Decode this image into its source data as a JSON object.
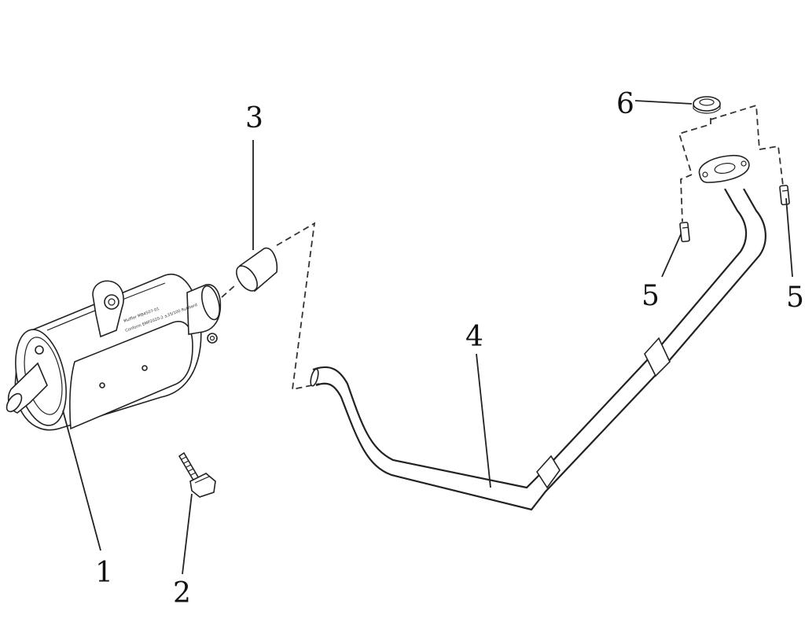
{
  "callouts": {
    "c1": "1",
    "c2": "2",
    "c3": "3",
    "c4": "4",
    "c5a": "5",
    "c5b": "5",
    "c6": "6"
  },
  "muffler_label": {
    "line1": "Muffler MB4507-01",
    "line2": "Conform EMP2020-2 ±35/100 Rubberd"
  },
  "colors": {
    "line": "#222222",
    "background": "#ffffff"
  }
}
